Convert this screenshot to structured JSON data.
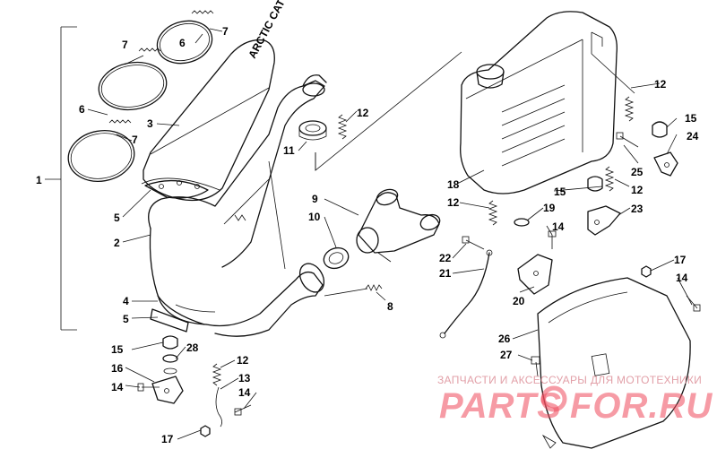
{
  "diagram": {
    "callouts": {
      "c1": "1",
      "c2": "2",
      "c3": "3",
      "c4": "4",
      "c5a": "5",
      "c5b": "5",
      "c6a": "6",
      "c6b": "6",
      "c7a": "7",
      "c7b": "7",
      "c7c": "7",
      "c8": "8",
      "c9": "9",
      "c10": "10",
      "c11": "11",
      "c12a": "12",
      "c12b": "12",
      "c12c": "12",
      "c12d": "12",
      "c12e": "12",
      "c13": "13",
      "c14a": "14",
      "c14b": "14",
      "c14c": "14",
      "c14d": "14",
      "c15a": "15",
      "c15b": "15",
      "c15c": "15",
      "c16": "16",
      "c17a": "17",
      "c17b": "17",
      "c18": "18",
      "c19": "19",
      "c20": "20",
      "c21": "21",
      "c22": "22",
      "c23": "23",
      "c24": "24",
      "c25": "25",
      "c26": "26",
      "c27": "27",
      "c28": "28"
    },
    "muffler_brand": "ARCTIC CAT"
  },
  "watermark": {
    "tagline": "ЗАПЧАСТИ И АКСЕССУАРЫ ДЛЯ МОТОТЕХНИКИ",
    "brand_left": "PARTS",
    "brand_right": "FOR.RU",
    "brand_color": "#ef4b5c"
  }
}
